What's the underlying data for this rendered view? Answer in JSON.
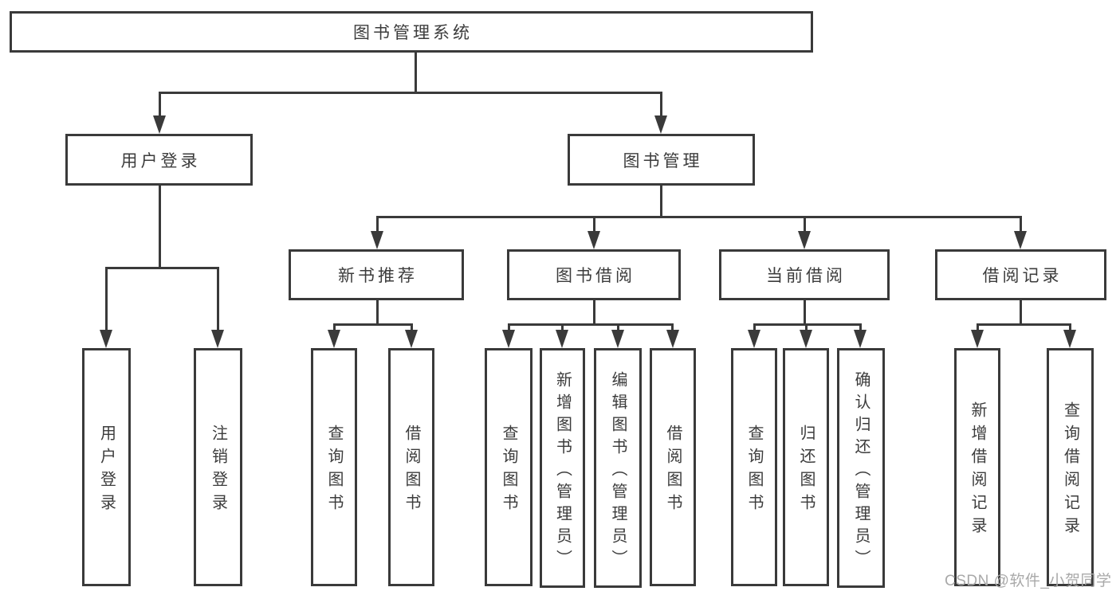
{
  "tree": {
    "label": "图书管理系统",
    "children": [
      {
        "label": "用户登录",
        "children": [
          {
            "label": "用户登录"
          },
          {
            "label": "注销登录"
          }
        ]
      },
      {
        "label": "图书管理",
        "children": [
          {
            "label": "新书推荐",
            "children": [
              {
                "label": "查询图书"
              },
              {
                "label": "借阅图书"
              }
            ]
          },
          {
            "label": "图书借阅",
            "children": [
              {
                "label": "查询图书"
              },
              {
                "label": "新增图书（管理员）"
              },
              {
                "label": "编辑图书（管理员）"
              },
              {
                "label": "借阅图书"
              }
            ]
          },
          {
            "label": "当前借阅",
            "children": [
              {
                "label": "查询图书"
              },
              {
                "label": "归还图书"
              },
              {
                "label": "确认归还（管理员）"
              }
            ]
          },
          {
            "label": "借阅记录",
            "children": [
              {
                "label": "新增借阅记录"
              },
              {
                "label": "查询借阅记录"
              }
            ]
          }
        ]
      }
    ]
  },
  "watermark": "CSDN @软件_小贺同学",
  "colors": {
    "line": "#3a3a3a",
    "text": "#3c3c3c",
    "watermark": "#a9a9a9",
    "background": "#ffffff"
  }
}
